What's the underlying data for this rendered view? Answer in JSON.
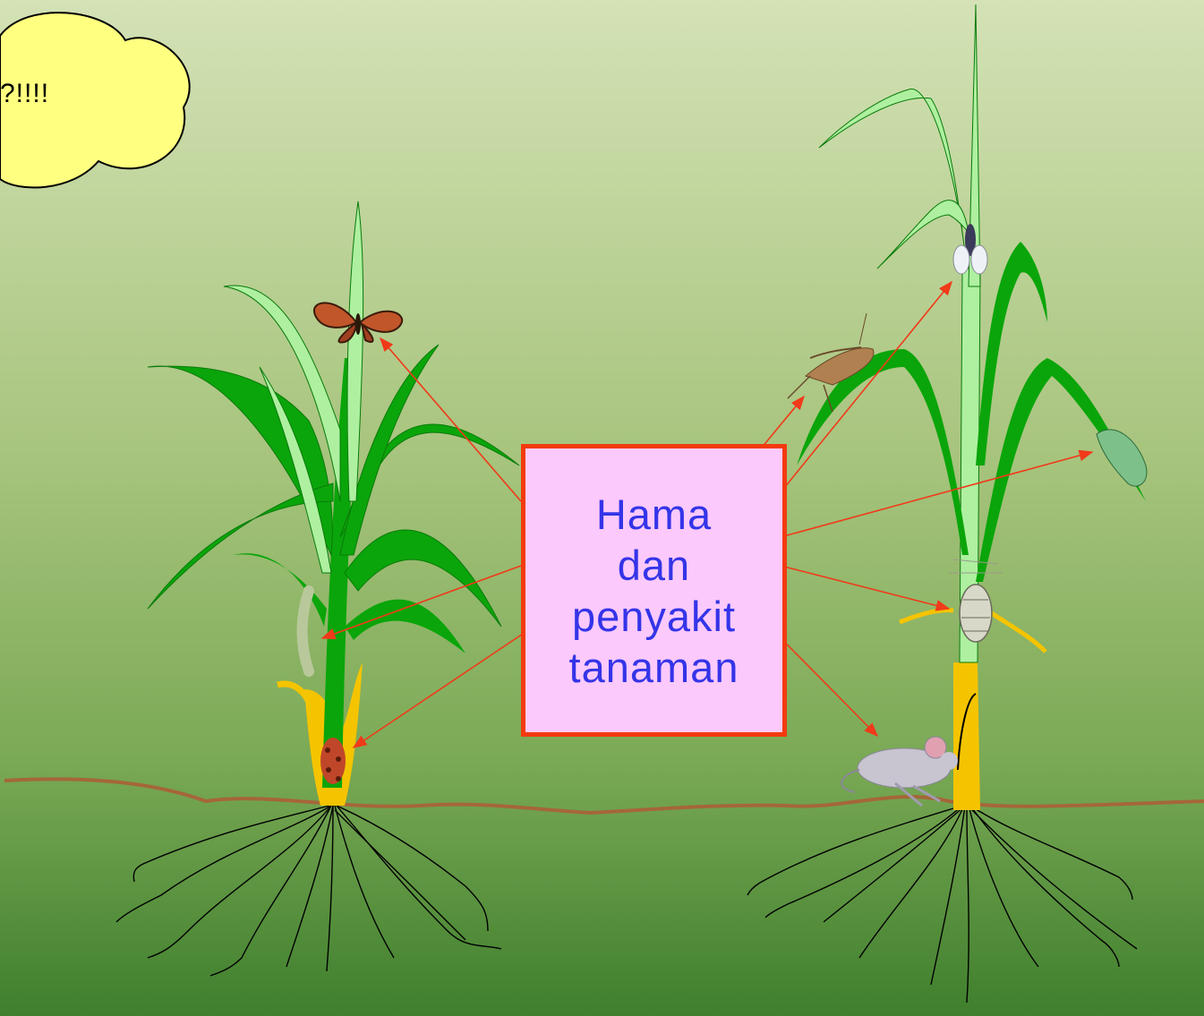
{
  "bubble": {
    "text": "?!!!!"
  },
  "label": {
    "lines": [
      "Hama",
      "dan",
      "penyakit",
      "tanaman"
    ]
  },
  "colors": {
    "label_text": "#3434e8",
    "label_bg": "#fbc9fb",
    "label_border": "#f33a0e",
    "arrow": "#f03a1a",
    "soil_line": "#a5663a",
    "leaf_dark": "#0aa50a",
    "leaf_light": "#aef0a0",
    "stem_base": "#f5c400",
    "bubble_fill": "#ffff80"
  },
  "icons": [
    "butterfly-icon",
    "grasshopper-icon",
    "fly-icon",
    "caterpillar-icon",
    "mouse-icon",
    "beetle-icon",
    "borer-icon",
    "leaf-blight-icon"
  ]
}
